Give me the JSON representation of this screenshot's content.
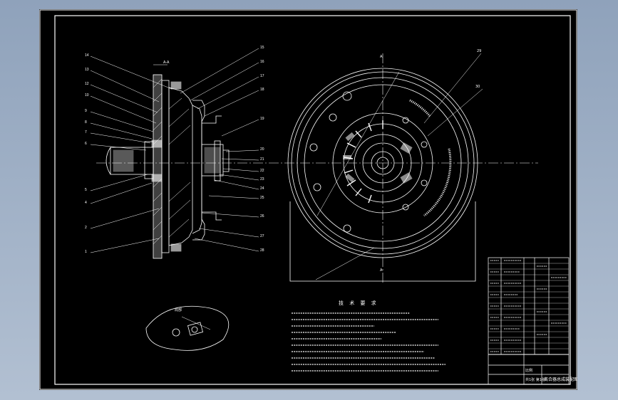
{
  "drawing": {
    "technical_requirements_title": "技 术 要 求",
    "title_block": {
      "drawing_name": "离合器总成装配图",
      "scale_label": "比例",
      "sheet_label": "共1张 第1张"
    },
    "section_view": {
      "section_mark": "A-A"
    },
    "detail_view": {
      "label": "局部"
    },
    "centerline_marks": {
      "top": "A",
      "bottom": "A"
    }
  }
}
